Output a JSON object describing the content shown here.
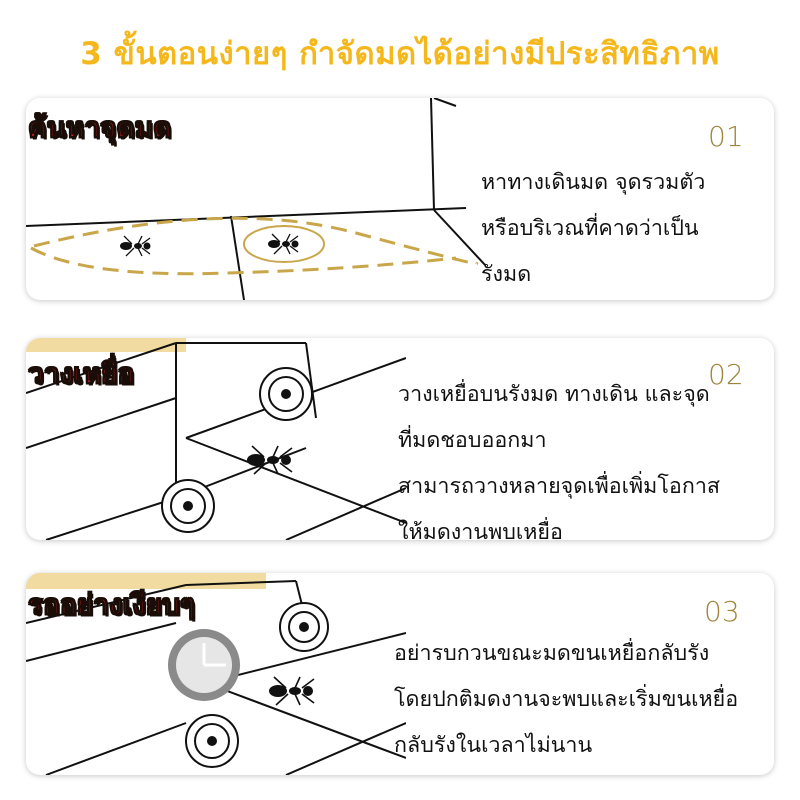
{
  "title": "3 ขั้นตอนง่ายๆ กำจัดมดได้อย่างมีประสิทธิภาพ",
  "steps": [
    {
      "tag": "ค้นหาจุดมด",
      "number": "01",
      "lines": [
        "หาทางเดินมด จุดรวมตัว",
        "หรือบริเวณที่คาดว่าเป็น",
        "รังมด"
      ]
    },
    {
      "tag": "วางเหยื่อ",
      "number": "02",
      "lines": [
        "วางเหยื่อบนรังมด ทางเดิน และจุด",
        "ที่มดชอบออกมา",
        "สามารถวางหลายจุดเพื่อเพิ่มโอกาส",
        "ให้มดงานพบเหยื่อ"
      ]
    },
    {
      "tag": "รออย่างเงียบๆ",
      "number": "03",
      "lines": [
        "อย่ารบกวนขณะมดขนเหยื่อกลับรัง",
        "โดยปกติมดงานจะพบและเริ่มขนเหยื่อ",
        "กลับรังในเวลาไม่นาน"
      ]
    }
  ],
  "colors": {
    "title": "#f5b81c",
    "tag": "#e8201a",
    "number": "#a0843c",
    "trail": "#c9a64a"
  }
}
